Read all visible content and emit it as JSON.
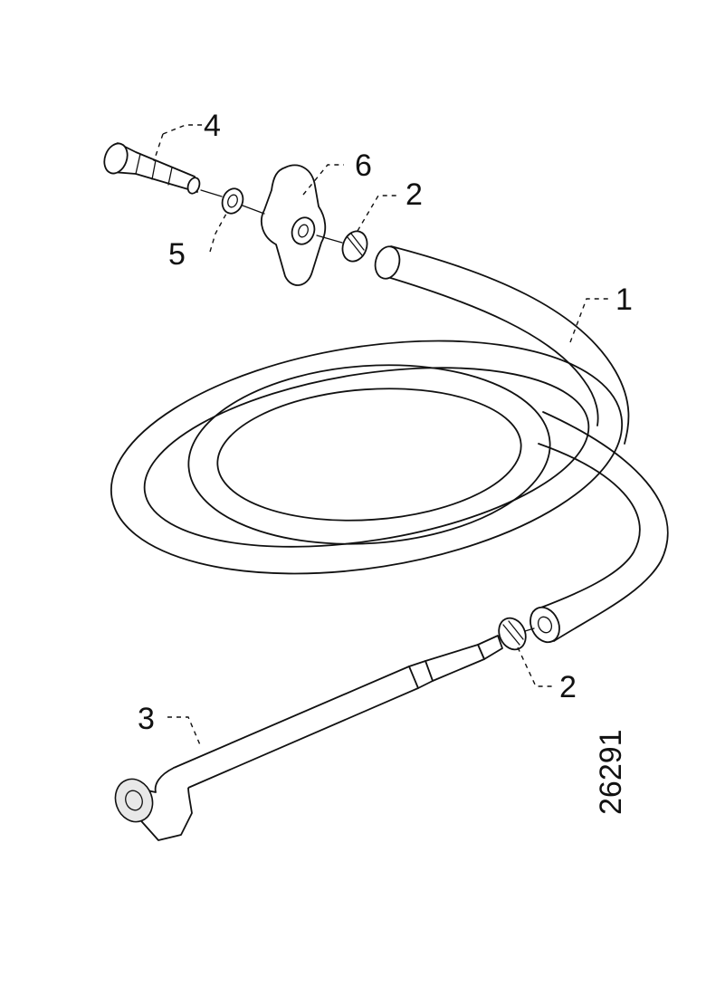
{
  "drawing": {
    "part_number": "26291",
    "callouts": [
      {
        "id": "1",
        "label": "1",
        "part": "hose"
      },
      {
        "id": "2a",
        "label": "2",
        "part": "hose-clamp-top"
      },
      {
        "id": "2b",
        "label": "2",
        "part": "hose-clamp-bottom"
      },
      {
        "id": "3",
        "label": "3",
        "part": "wand-elbow"
      },
      {
        "id": "4",
        "label": "4",
        "part": "nozzle-connector"
      },
      {
        "id": "5",
        "label": "5",
        "part": "o-ring-washer"
      },
      {
        "id": "6",
        "label": "6",
        "part": "bracket-knob"
      }
    ]
  }
}
